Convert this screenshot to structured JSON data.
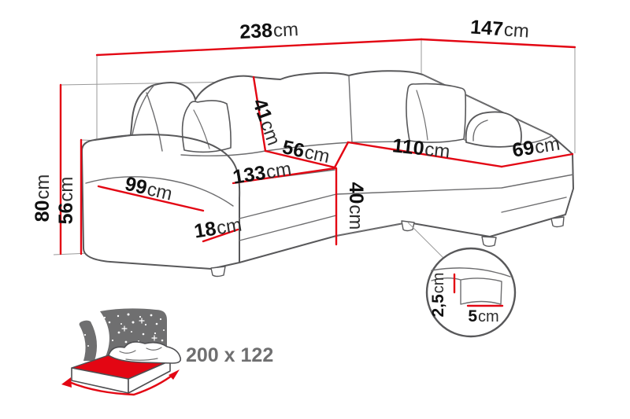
{
  "diagram": {
    "unit": "cm",
    "dimensions": {
      "total_width": {
        "num": "238",
        "unit": "cm"
      },
      "total_depth": {
        "num": "147",
        "unit": "cm"
      },
      "total_height": {
        "num": "80",
        "unit": "cm"
      },
      "armrest_height": {
        "num": "56",
        "unit": "cm"
      },
      "armrest_length": {
        "num": "99",
        "unit": "cm"
      },
      "back_cushion_height": {
        "num": "41",
        "unit": "cm"
      },
      "seat_depth": {
        "num": "56",
        "unit": "cm"
      },
      "seat_length": {
        "num": "133",
        "unit": "cm"
      },
      "seat_height": {
        "num": "40",
        "unit": "cm"
      },
      "armrest_width": {
        "num": "18",
        "unit": "cm"
      },
      "chaise_length": {
        "num": "110",
        "unit": "cm"
      },
      "chaise_width": {
        "num": "69",
        "unit": "cm"
      },
      "leg_height": {
        "num": "2,5",
        "unit": "cm"
      },
      "leg_width": {
        "num": "5",
        "unit": "cm"
      }
    },
    "sleeping_area": {
      "label": "200 x 122"
    },
    "colors": {
      "dimension_red": "#e30613",
      "outline_gray": "#58585a",
      "guide_gray": "#9a9a9a",
      "icon_gray": "#6f6f70",
      "number_black": "#101010",
      "unit_dark": "#2e2e2e"
    }
  }
}
